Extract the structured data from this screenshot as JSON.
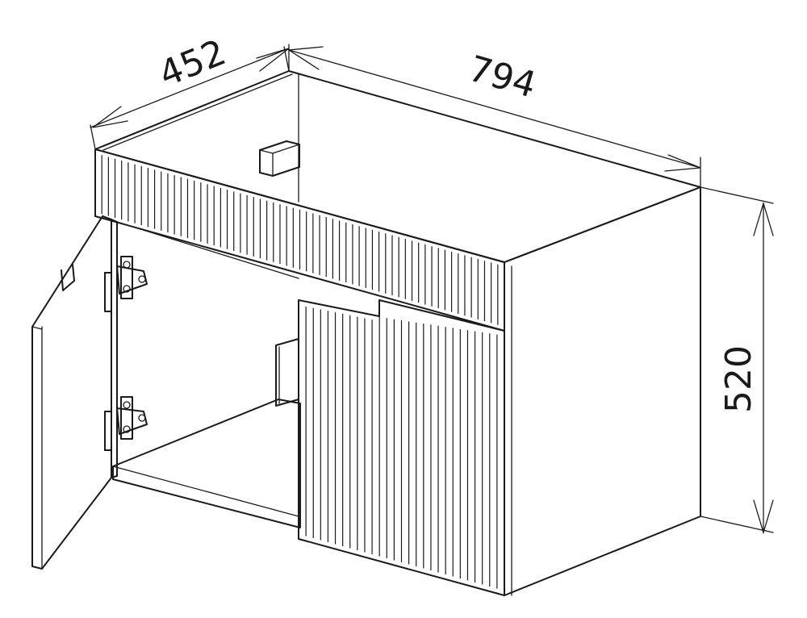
{
  "dimensions": {
    "depth": "452",
    "width": "794",
    "height": "520"
  },
  "colors": {
    "line": "#1a1a1a",
    "background": "#ffffff"
  }
}
